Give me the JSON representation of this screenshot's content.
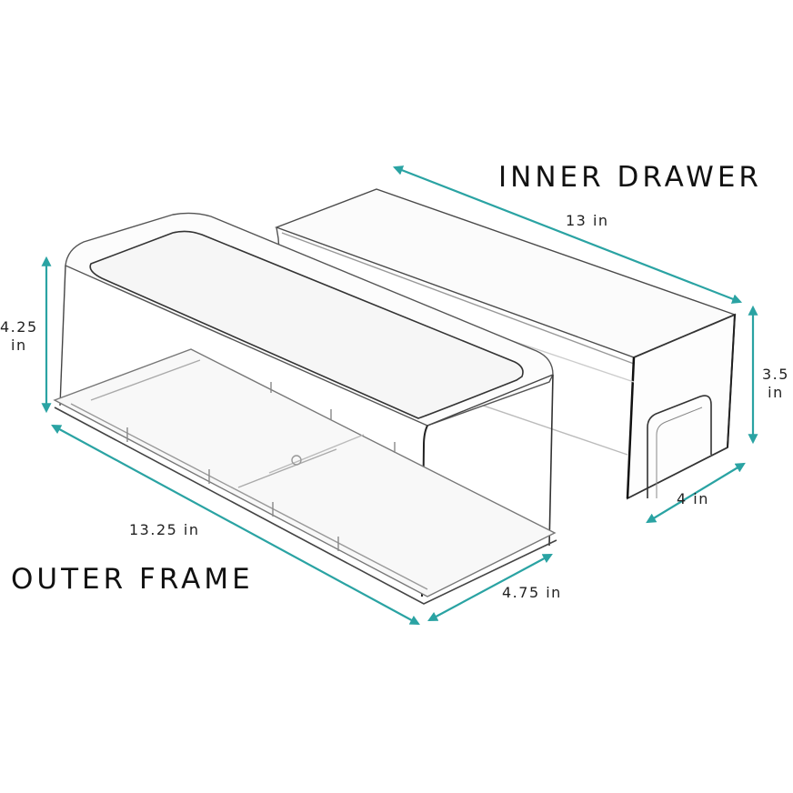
{
  "colors": {
    "arrow": "#2aa3a3",
    "outline": "#3a3a3a",
    "faint": "#b9b9b9",
    "text": "#111111",
    "background": "#ffffff"
  },
  "inner_drawer": {
    "title": "INNER DRAWER",
    "length": "13 in",
    "height_value": "3.5",
    "height_unit": "in",
    "width": "4 in"
  },
  "outer_frame": {
    "title": "OUTER FRAME",
    "length": "13.25 in",
    "height_value": "4.25",
    "height_unit": "in",
    "width": "4.75 in"
  }
}
